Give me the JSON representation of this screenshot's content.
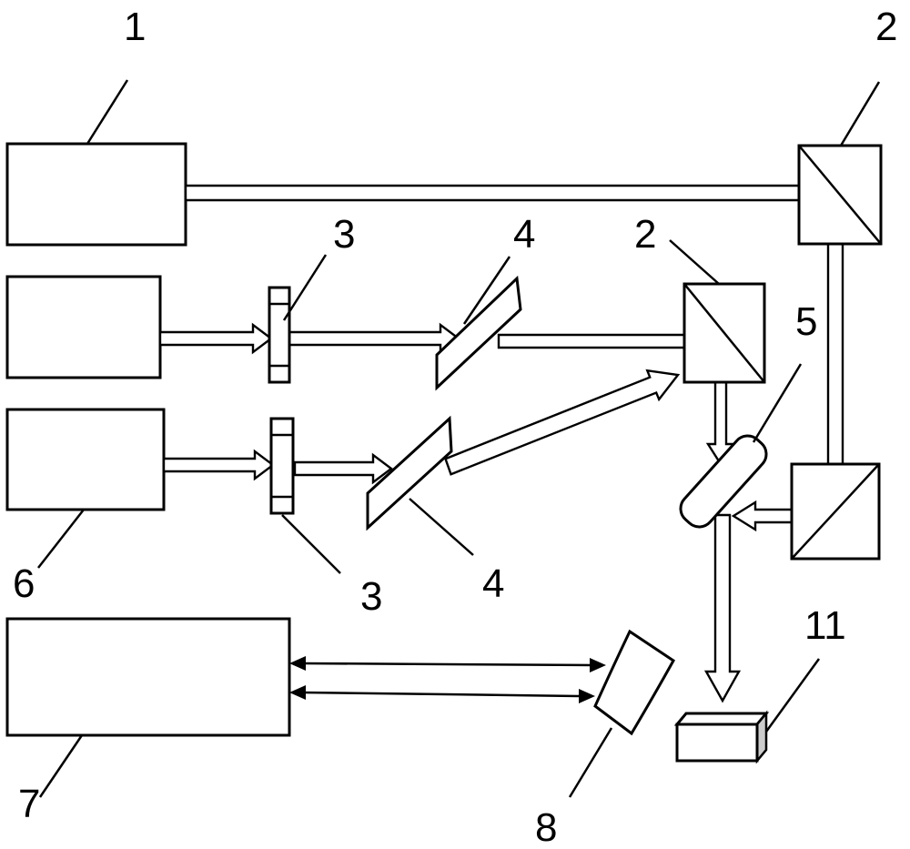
{
  "labels": {
    "laser_1": "1",
    "splitter_top": "2",
    "splitter_mid": "2",
    "plate_upper": "3",
    "plate_lower": "3",
    "mirror_upper": "4",
    "mirror_lower": "4",
    "combiner_mirror": "5",
    "laser_6": "6",
    "controller_7": "7",
    "curved_mirror_8": "8",
    "target_11": "11"
  }
}
